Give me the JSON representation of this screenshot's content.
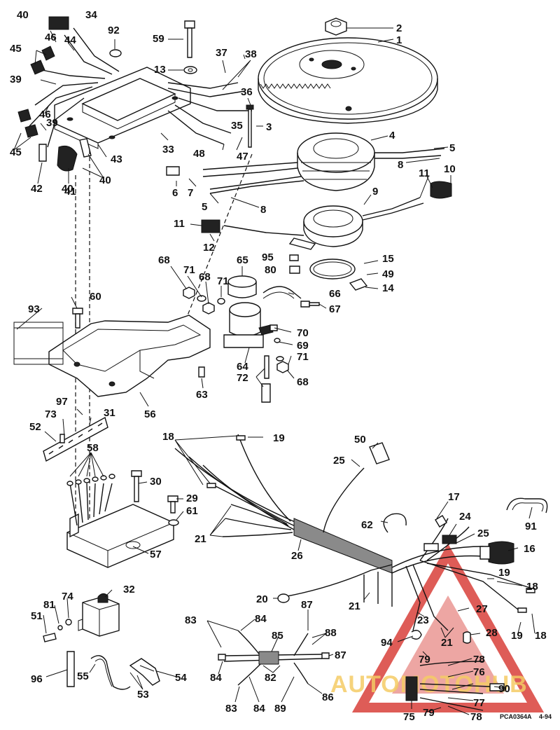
{
  "diagram": {
    "reference_code": "PCA0364A",
    "date_code": "4-94",
    "watermark_text": "AUTOMOTOHUB",
    "colors": {
      "line": "#111111",
      "background": "#ffffff",
      "watermark_red": "#d9403a",
      "watermark_yellow": "#f2c24a"
    }
  },
  "callouts": {
    "c1": "1",
    "c2": "2",
    "c3": "3",
    "c4": "4",
    "c5a": "5",
    "c5b": "5",
    "c6": "6",
    "c7": "7",
    "c8a": "8",
    "c8b": "8",
    "c9": "9",
    "c10": "10",
    "c11a": "11",
    "c11b": "11",
    "c12": "12",
    "c13": "13",
    "c14": "14",
    "c15": "15",
    "c16": "16",
    "c17": "17",
    "c18a": "18",
    "c18b": "18",
    "c18c": "18",
    "c19a": "19",
    "c19b": "19",
    "c19c": "19",
    "c20": "20",
    "c21a": "21",
    "c21b": "21",
    "c21c": "21",
    "c23": "23",
    "c24": "24",
    "c25a": "25",
    "c25b": "25",
    "c26": "26",
    "c27": "27",
    "c28": "28",
    "c29": "29",
    "c30": "30",
    "c31": "31",
    "c32": "32",
    "c33": "33",
    "c34": "34",
    "c35": "35",
    "c36": "36",
    "c37": "37",
    "c38": "38",
    "c39a": "39",
    "c39b": "39",
    "c40a": "40",
    "c40b": "40",
    "c40c": "40",
    "c41": "41",
    "c42": "42",
    "c43": "43",
    "c44": "44",
    "c45a": "45",
    "c45b": "45",
    "c46a": "46",
    "c46b": "46",
    "c47": "47",
    "c48": "48",
    "c49": "49",
    "c50": "50",
    "c51": "51",
    "c52": "52",
    "c53": "53",
    "c54": "54",
    "c55": "55",
    "c56": "56",
    "c57": "57",
    "c58": "58",
    "c59": "59",
    "c60": "60",
    "c61": "61",
    "c62": "62",
    "c63": "63",
    "c64": "64",
    "c65": "65",
    "c66": "66",
    "c67": "67",
    "c68a": "68",
    "c68b": "68",
    "c68c": "68",
    "c69": "69",
    "c70": "70",
    "c71a": "71",
    "c71b": "71",
    "c71c": "71",
    "c72": "72",
    "c73": "73",
    "c74": "74",
    "c75": "75",
    "c76": "76",
    "c77": "77",
    "c78a": "78",
    "c78b": "78",
    "c79a": "79",
    "c79b": "79",
    "c80": "80",
    "c81": "81",
    "c82": "82",
    "c83a": "83",
    "c83b": "83",
    "c84a": "84",
    "c84b": "84",
    "c84c": "84",
    "c85": "85",
    "c86": "86",
    "c87a": "87",
    "c87b": "87",
    "c88": "88",
    "c89": "89",
    "c90": "90",
    "c91": "91",
    "c92": "92",
    "c93": "93",
    "c94": "94",
    "c95": "95",
    "c96": "96",
    "c97": "97"
  }
}
